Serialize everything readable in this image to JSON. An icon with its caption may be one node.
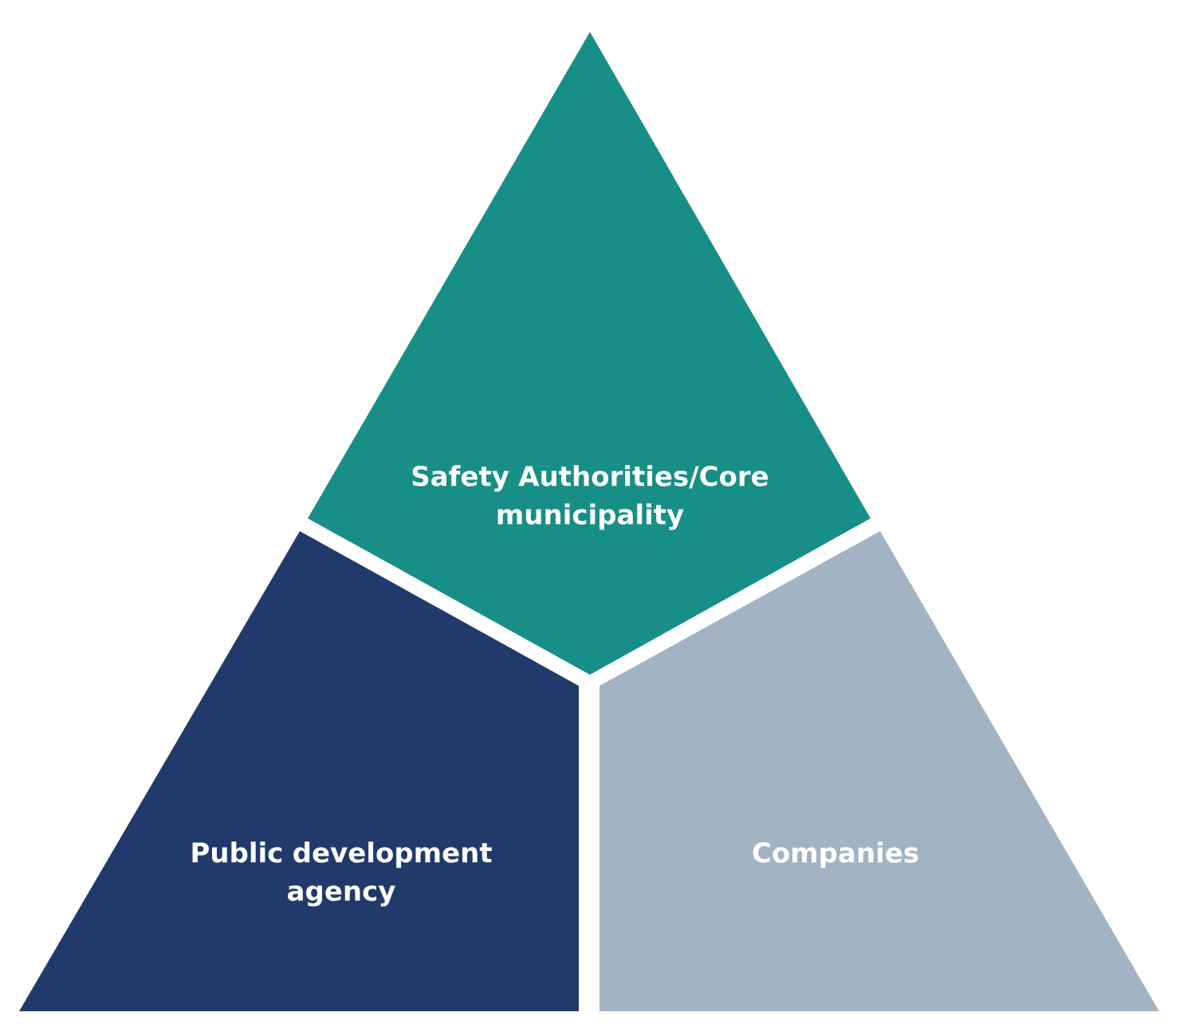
{
  "diagram": {
    "nodes": [
      {
        "text": [
          "Safety Authorities/Core municipality"
        ]
      },
      {
        "text": [
          "Public development agency"
        ]
      },
      {
        "text": [
          "Companies"
        ]
      }
    ]
  }
}
